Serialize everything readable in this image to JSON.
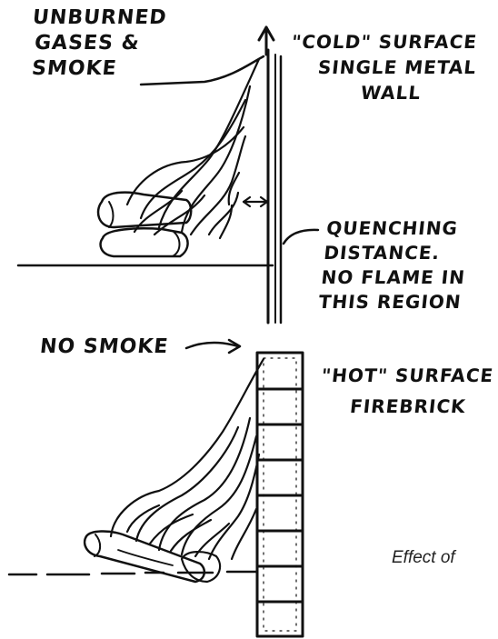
{
  "labels": {
    "unburned_line1": "UNBURNED",
    "unburned_line2": "GASES &",
    "unburned_line3": "SMOKE",
    "cold_line1": "\"COLD\" SURFACE",
    "cold_line2": "SINGLE METAL",
    "cold_line3": "WALL",
    "quench_line1": "QUENCHING",
    "quench_line2": "DISTANCE.",
    "quench_line3": "NO FLAME IN",
    "quench_line4": "THIS REGION",
    "no_smoke": "NO SMOKE",
    "hot_line1": "\"HOT\" SURFACE",
    "hot_line2": "FIREBRICK"
  },
  "caption": "Effect of"
}
